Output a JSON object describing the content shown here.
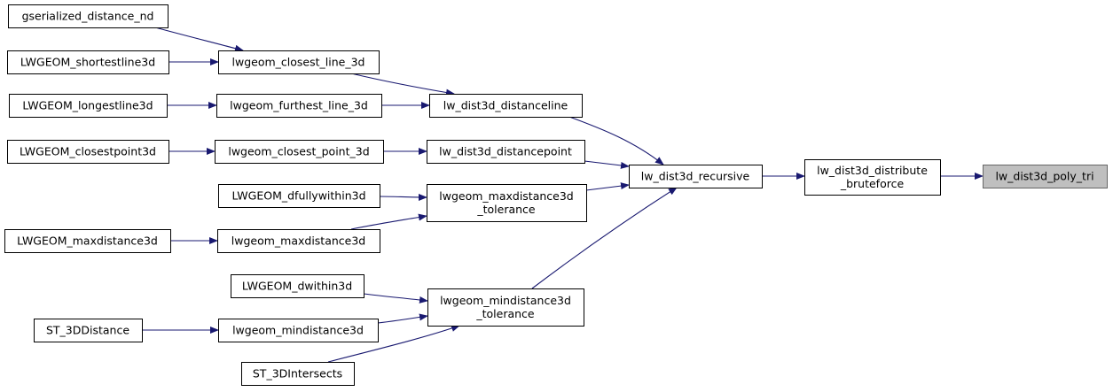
{
  "graph": {
    "colors": {
      "edge": "#191970",
      "focus_fill": "#bfbfbf",
      "focus_stroke": "#666666",
      "node_fill": "#ffffff",
      "node_stroke": "#000000"
    },
    "nodes": [
      {
        "id": "lw_dist3d_poly_tri",
        "label": [
          "lw_dist3d_poly_tri"
        ],
        "focus": true
      },
      {
        "id": "lw_dist3d_distribute_bruteforce",
        "label": [
          "lw_dist3d_distribute",
          "_bruteforce"
        ]
      },
      {
        "id": "lw_dist3d_recursive",
        "label": [
          "lw_dist3d_recursive"
        ]
      },
      {
        "id": "lw_dist3d_distanceline",
        "label": [
          "lw_dist3d_distanceline"
        ]
      },
      {
        "id": "lw_dist3d_distancepoint",
        "label": [
          "lw_dist3d_distancepoint"
        ]
      },
      {
        "id": "lwgeom_maxdistance3d_tolerance",
        "label": [
          "lwgeom_maxdistance3d",
          "_tolerance"
        ]
      },
      {
        "id": "lwgeom_mindistance3d_tolerance",
        "label": [
          "lwgeom_mindistance3d",
          "_tolerance"
        ]
      },
      {
        "id": "gserialized_distance_nd",
        "label": [
          "gserialized_distance_nd"
        ]
      },
      {
        "id": "lwgeom_closest_line_3d",
        "label": [
          "lwgeom_closest_line_3d"
        ]
      },
      {
        "id": "LWGEOM_shortestline3d",
        "label": [
          "LWGEOM_shortestline3d"
        ]
      },
      {
        "id": "LWGEOM_longestline3d",
        "label": [
          "LWGEOM_longestline3d"
        ]
      },
      {
        "id": "lwgeom_furthest_line_3d",
        "label": [
          "lwgeom_furthest_line_3d"
        ]
      },
      {
        "id": "LWGEOM_closestpoint3d",
        "label": [
          "LWGEOM_closestpoint3d"
        ]
      },
      {
        "id": "lwgeom_closest_point_3d",
        "label": [
          "lwgeom_closest_point_3d"
        ]
      },
      {
        "id": "LWGEOM_dfullywithin3d",
        "label": [
          "LWGEOM_dfullywithin3d"
        ]
      },
      {
        "id": "LWGEOM_maxdistance3d",
        "label": [
          "LWGEOM_maxdistance3d"
        ]
      },
      {
        "id": "lwgeom_maxdistance3d",
        "label": [
          "lwgeom_maxdistance3d"
        ]
      },
      {
        "id": "LWGEOM_dwithin3d",
        "label": [
          "LWGEOM_dwithin3d"
        ]
      },
      {
        "id": "ST_3DDistance",
        "label": [
          "ST_3DDistance"
        ]
      },
      {
        "id": "lwgeom_mindistance3d",
        "label": [
          "lwgeom_mindistance3d"
        ]
      },
      {
        "id": "ST_3DIntersects",
        "label": [
          "ST_3DIntersects"
        ]
      }
    ],
    "edges": [
      {
        "from": "lw_dist3d_distribute_bruteforce",
        "to": "lw_dist3d_poly_tri"
      },
      {
        "from": "lw_dist3d_recursive",
        "to": "lw_dist3d_distribute_bruteforce"
      },
      {
        "from": "lw_dist3d_distanceline",
        "to": "lw_dist3d_recursive"
      },
      {
        "from": "lw_dist3d_distancepoint",
        "to": "lw_dist3d_recursive"
      },
      {
        "from": "lwgeom_maxdistance3d_tolerance",
        "to": "lw_dist3d_recursive"
      },
      {
        "from": "lwgeom_mindistance3d_tolerance",
        "to": "lw_dist3d_recursive"
      },
      {
        "from": "lwgeom_closest_line_3d",
        "to": "lw_dist3d_distanceline"
      },
      {
        "from": "lwgeom_furthest_line_3d",
        "to": "lw_dist3d_distanceline"
      },
      {
        "from": "gserialized_distance_nd",
        "to": "lwgeom_closest_line_3d"
      },
      {
        "from": "LWGEOM_shortestline3d",
        "to": "lwgeom_closest_line_3d"
      },
      {
        "from": "LWGEOM_longestline3d",
        "to": "lwgeom_furthest_line_3d"
      },
      {
        "from": "lwgeom_closest_point_3d",
        "to": "lw_dist3d_distancepoint"
      },
      {
        "from": "LWGEOM_closestpoint3d",
        "to": "lwgeom_closest_point_3d"
      },
      {
        "from": "LWGEOM_dfullywithin3d",
        "to": "lwgeom_maxdistance3d_tolerance"
      },
      {
        "from": "lwgeom_maxdistance3d",
        "to": "lwgeom_maxdistance3d_tolerance"
      },
      {
        "from": "LWGEOM_maxdistance3d",
        "to": "lwgeom_maxdistance3d"
      },
      {
        "from": "LWGEOM_dwithin3d",
        "to": "lwgeom_mindistance3d_tolerance"
      },
      {
        "from": "lwgeom_mindistance3d",
        "to": "lwgeom_mindistance3d_tolerance"
      },
      {
        "from": "ST_3DIntersects",
        "to": "lwgeom_mindistance3d_tolerance"
      },
      {
        "from": "ST_3DDistance",
        "to": "lwgeom_mindistance3d"
      }
    ]
  }
}
